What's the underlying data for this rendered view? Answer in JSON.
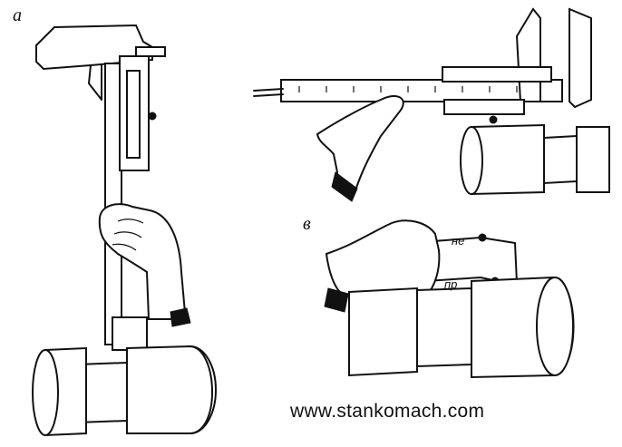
{
  "figure": {
    "labels": {
      "a": "а",
      "b": "в"
    },
    "gauge_tags": {
      "go": "пр",
      "no_go": "не"
    },
    "watermark": "www.stankomach.com"
  }
}
